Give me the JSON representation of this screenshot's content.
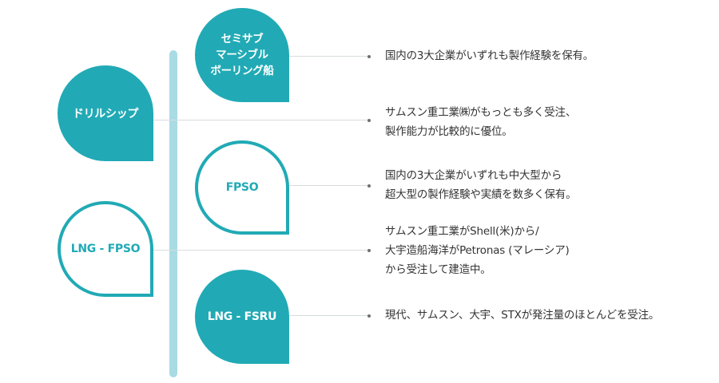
{
  "categories": [
    {
      "label": "ドリルシップ"
    },
    {
      "label": "LNG - FPSO"
    }
  ],
  "types": [
    {
      "label": "セミサブ\nマーシブル\nボーリング船"
    },
    {
      "label": "FPSO"
    },
    {
      "label": "LNG - FSRU"
    }
  ],
  "descriptions": [
    {
      "text": "国内の3大企業がいずれも製作経験を保有。"
    },
    {
      "text": "サムスン重工業㈱がもっとも多く受注、\n製作能力が比較的に優位。"
    },
    {
      "text": "国内の3大企業がいずれも中大型から\n超大型の製作経験や実績を数多く保有。"
    },
    {
      "text": "サムスン重工業がShell(米)から/\n大宇造船海洋がPetronas (マレーシア)\nから受注して建造中。"
    },
    {
      "text": "現代、サムスン、大宇、STXが発注量のほとんどを受注。"
    }
  ],
  "colors": {
    "accent": "#21aab5",
    "spine": "#a9dbe4",
    "connector": "#d8dcde"
  }
}
